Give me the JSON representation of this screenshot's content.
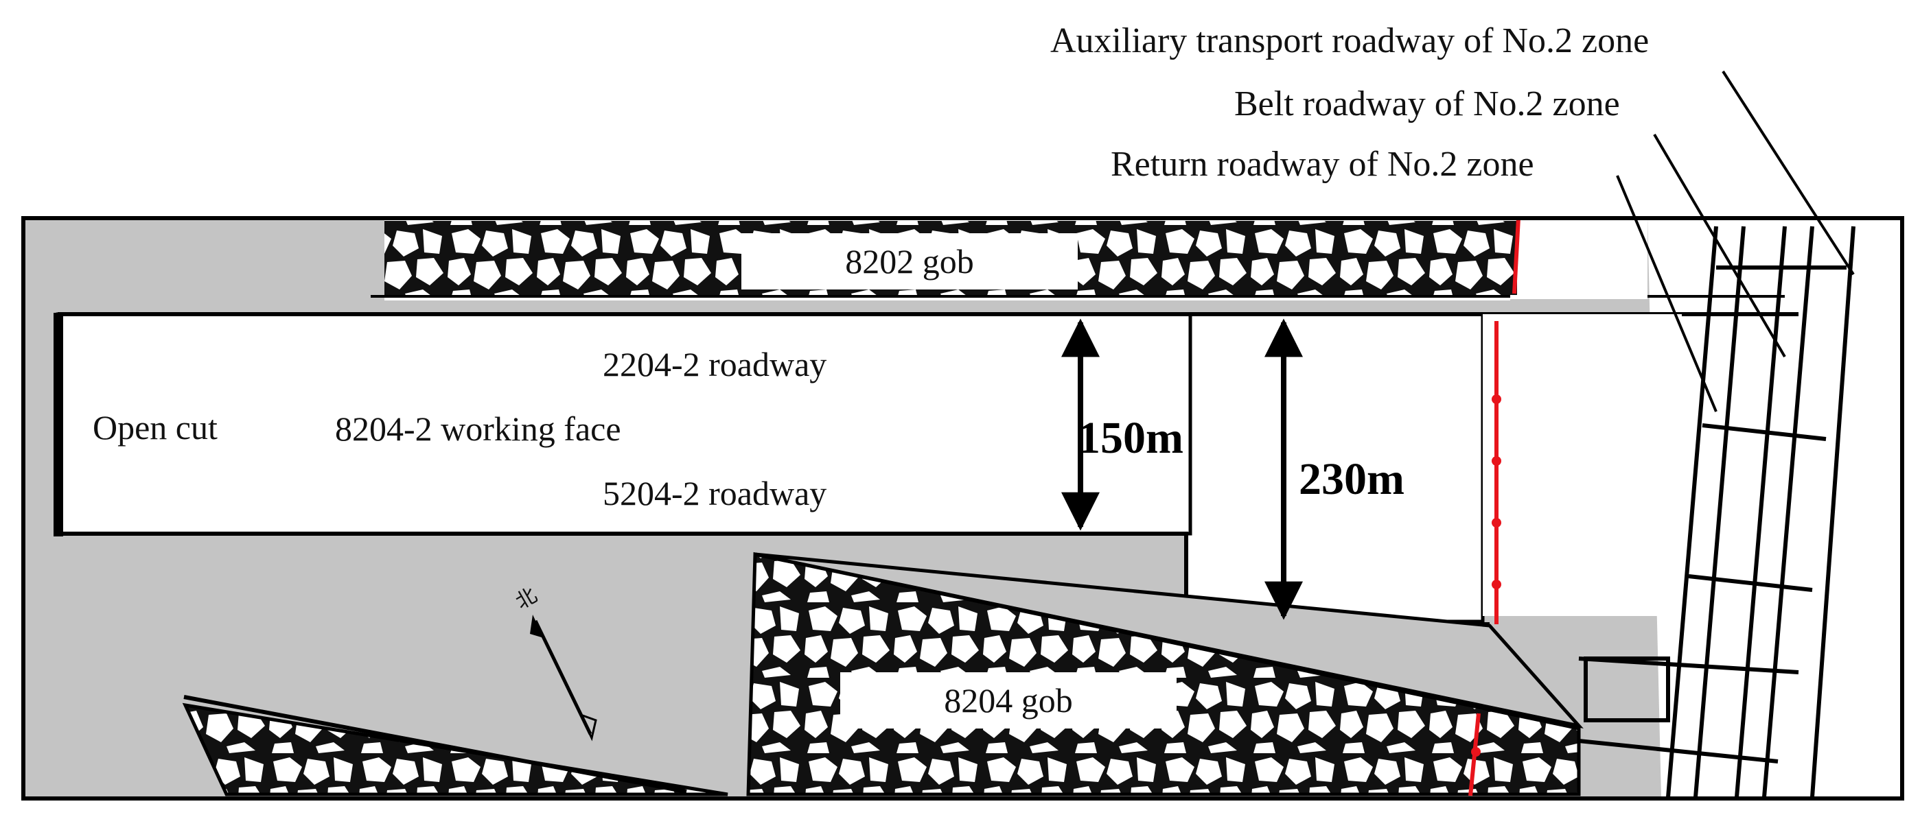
{
  "labels": {
    "aux_transport": "Auxiliary transport roadway of No.2 zone",
    "belt": "Belt roadway of No.2 zone",
    "return": "Return roadway of No.2 zone",
    "gob_8202": "8202 gob",
    "roadway_2204": "2204-2 roadway",
    "open_cut": "Open cut",
    "working_face": "8204-2 working face",
    "roadway_5204": "5204-2 roadway",
    "dim_150": "150m",
    "dim_230": "230m",
    "gob_8204": "8204 gob",
    "north": "北"
  },
  "colors": {
    "coal_seam": "#c4c4c4",
    "gob_fill": "#ffffff",
    "outline": "#000000",
    "boundary_line": "#e8141c"
  }
}
